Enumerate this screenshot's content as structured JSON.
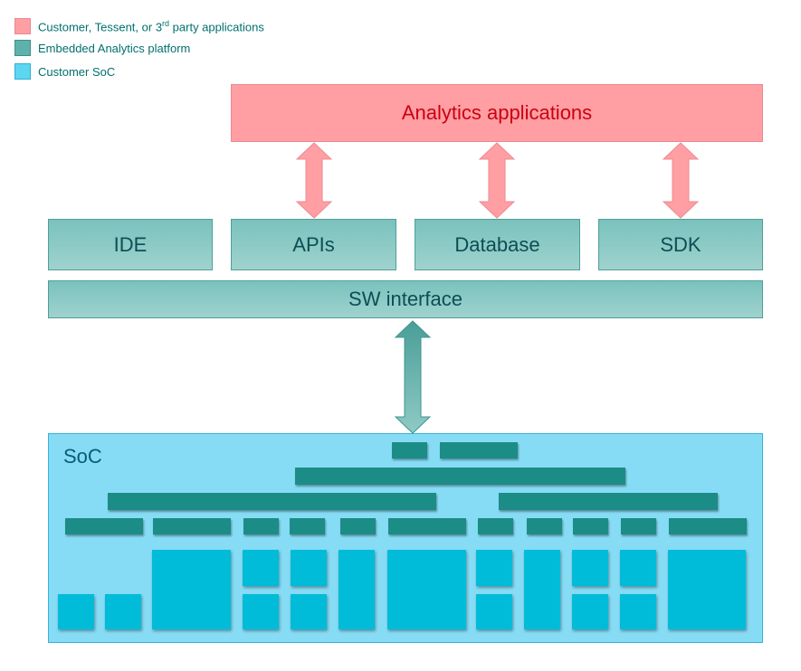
{
  "legend": {
    "items": [
      {
        "label_main": "Customer, Tessent, or 3",
        "label_sup": "rd",
        "label_tail": " party applications",
        "color": "#ff9ea3"
      },
      {
        "label": "Embedded Analytics platform",
        "color": "#5fb1ab"
      },
      {
        "label": "Customer SoC",
        "color": "#5dd6f2"
      }
    ]
  },
  "top": {
    "title": "Analytics applications"
  },
  "platform": {
    "modules": [
      "IDE",
      "APIs",
      "Database",
      "SDK"
    ],
    "interface": "SW interface"
  },
  "soc": {
    "label": "SoC"
  },
  "colors": {
    "app": "#ff9ea3",
    "app_text": "#cc0011",
    "platform": "#8ccac5",
    "soc": "#87dcf5",
    "soc_block": "#00bcd9",
    "soc_bar": "#1c8c86"
  }
}
